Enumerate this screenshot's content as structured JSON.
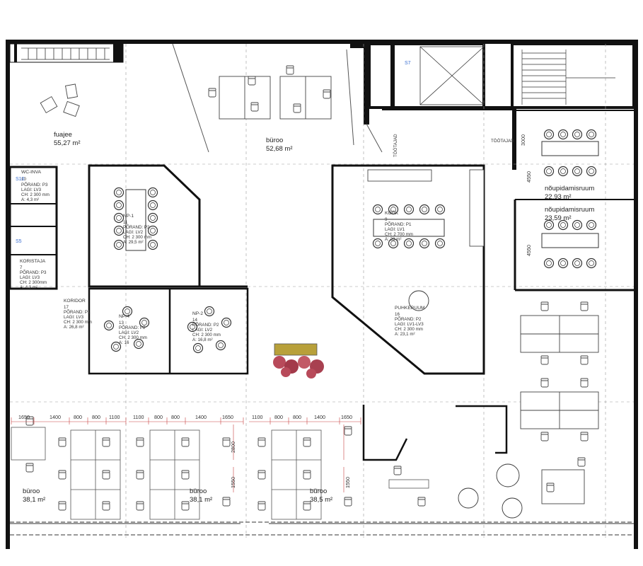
{
  "rooms": {
    "fuajee": {
      "name": "fuajee",
      "area": "55,27 m²"
    },
    "buroo_top": {
      "name": "büroo",
      "area": "52,68 m²"
    },
    "wc_inva": {
      "name": "WC-INVA",
      "num": "10",
      "lines": [
        "PÕRAND: P3",
        "LAGI: LV3",
        "CH: 2 300 mm",
        "A: 4,3 m²"
      ]
    },
    "koristaja": {
      "name": "KORISTAJA",
      "num": "7",
      "lines": [
        "PÕRAND: P3",
        "LAGI: LV3",
        "CH: 2 300mm",
        "A: 4,3 m²"
      ]
    },
    "np1": {
      "name": "NP-1",
      "num": "11",
      "lines": [
        "PÕRAND: P2",
        "LAGI: LV2",
        "CH: 2 300 mm",
        "A: 29,5 m²"
      ]
    },
    "kook": {
      "name": "KÖÖK",
      "num": "9",
      "lines": [
        "PÕRAND: P1",
        "LAGI: LV1",
        "CH: 2 700 mm",
        "A: 23 m²"
      ]
    },
    "koridor": {
      "name": "KORIDOR",
      "num": "17",
      "lines": [
        "PÕRAND: P1",
        "LAGI: LV3",
        "CH: 2 300 mm",
        "A: 26,8 m²"
      ]
    },
    "np4": {
      "name": "NP-4",
      "num": "13",
      "lines": [
        "PÕRAND: P2",
        "LAGI: LV2",
        "CH: 2 300 mm",
        "A: 16"
      ]
    },
    "np2": {
      "name": "NP-2",
      "num": "14",
      "lines": [
        "PÕRAND: P2",
        "LAGI: LV2",
        "CH: 2 300 mm",
        "A: 16,8 m²"
      ]
    },
    "puhkeruum": {
      "name": "PUHKERUUM",
      "num": "16",
      "lines": [
        "PÕRAND: P2",
        "LAGI: LV1-LV3",
        "CH: 2 300 mm",
        "A: 23,1 m²"
      ]
    },
    "noup1": {
      "name": "nõupidamisruum",
      "area": "22,93 m²"
    },
    "noup2": {
      "name": "nõupidamisruum",
      "area": "23,59 m²"
    },
    "buroo_b1": {
      "name": "büroo",
      "area": "38,1 m²"
    },
    "buroo_b2": {
      "name": "büroo",
      "area": "38,1 m²"
    },
    "buroo_b3": {
      "name": "büroo",
      "area": "38,5 m²"
    }
  },
  "tags": {
    "s7": "S7",
    "s10": "S10",
    "s5": "S5",
    "tootajad1": "TÖÖTAJAD",
    "tootajad2": "TÖÖTAJAD"
  },
  "dimensions": {
    "top_row": [
      "1650",
      "1400",
      "800",
      "800",
      "1100",
      "1100",
      "800",
      "800",
      "1400",
      "1650",
      "1100",
      "800",
      "800",
      "1400",
      "1650"
    ],
    "v2800": "2800",
    "v1550": "1550",
    "v3000": "3000",
    "v4550a": "4550",
    "v4550b": "4550"
  }
}
